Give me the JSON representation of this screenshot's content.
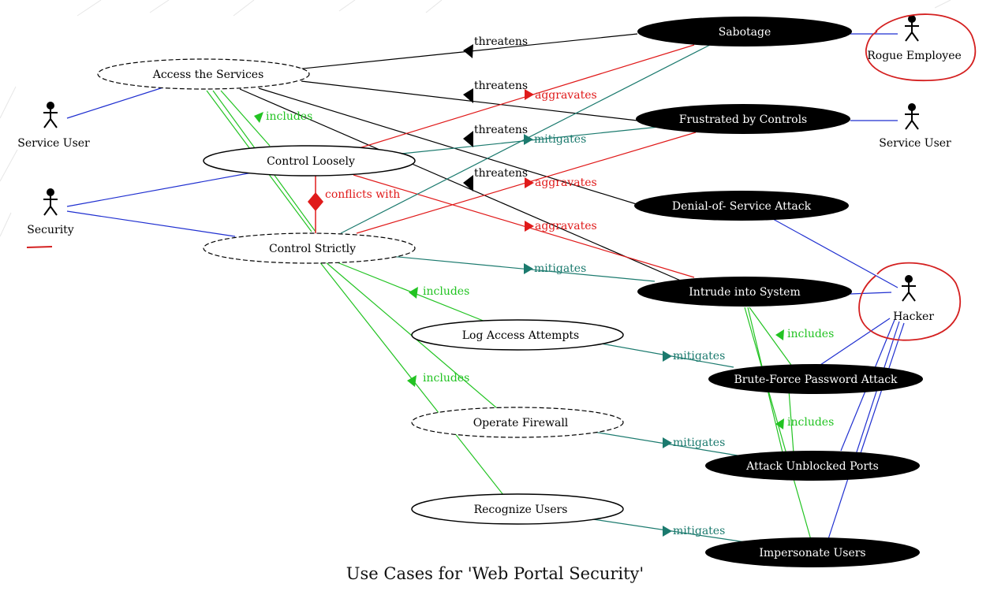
{
  "caption": "Use Cases for 'Web Portal Security'",
  "colors": {
    "includes": "#22c322",
    "threatens": "#000000",
    "aggravates": "#e01a1a",
    "mitigates": "#1b7a6e",
    "association": "#1f2fd0",
    "conflicts": "#e01a1a",
    "annotation": "#d42020"
  },
  "actors": {
    "rogue_employee": "Rogue Employee",
    "service_user_right": "Service User",
    "hacker": "Hacker",
    "service_user_left": "Service User",
    "security": "Security"
  },
  "use_cases": {
    "sabotage": "Sabotage",
    "frustrated_by_controls": "Frustrated by Controls",
    "denial_of_service": "Denial-of- Service Attack",
    "intrude_into_system": "Intrude into System",
    "brute_force": "Brute-Force Password Attack",
    "attack_unblocked_ports": "Attack Unblocked Ports",
    "impersonate_users": "Impersonate Users",
    "access_the_services": "Access the Services",
    "control_loosely": "Control Loosely",
    "control_strictly": "Control Strictly",
    "log_access_attempts": "Log Access Attempts",
    "operate_firewall": "Operate Firewall",
    "recognize_users": "Recognize Users"
  },
  "relationships": {
    "threatens": "threatens",
    "aggravates": "aggravates",
    "mitigates": "mitigates",
    "includes": "includes",
    "conflicts_with": "conflicts with"
  }
}
